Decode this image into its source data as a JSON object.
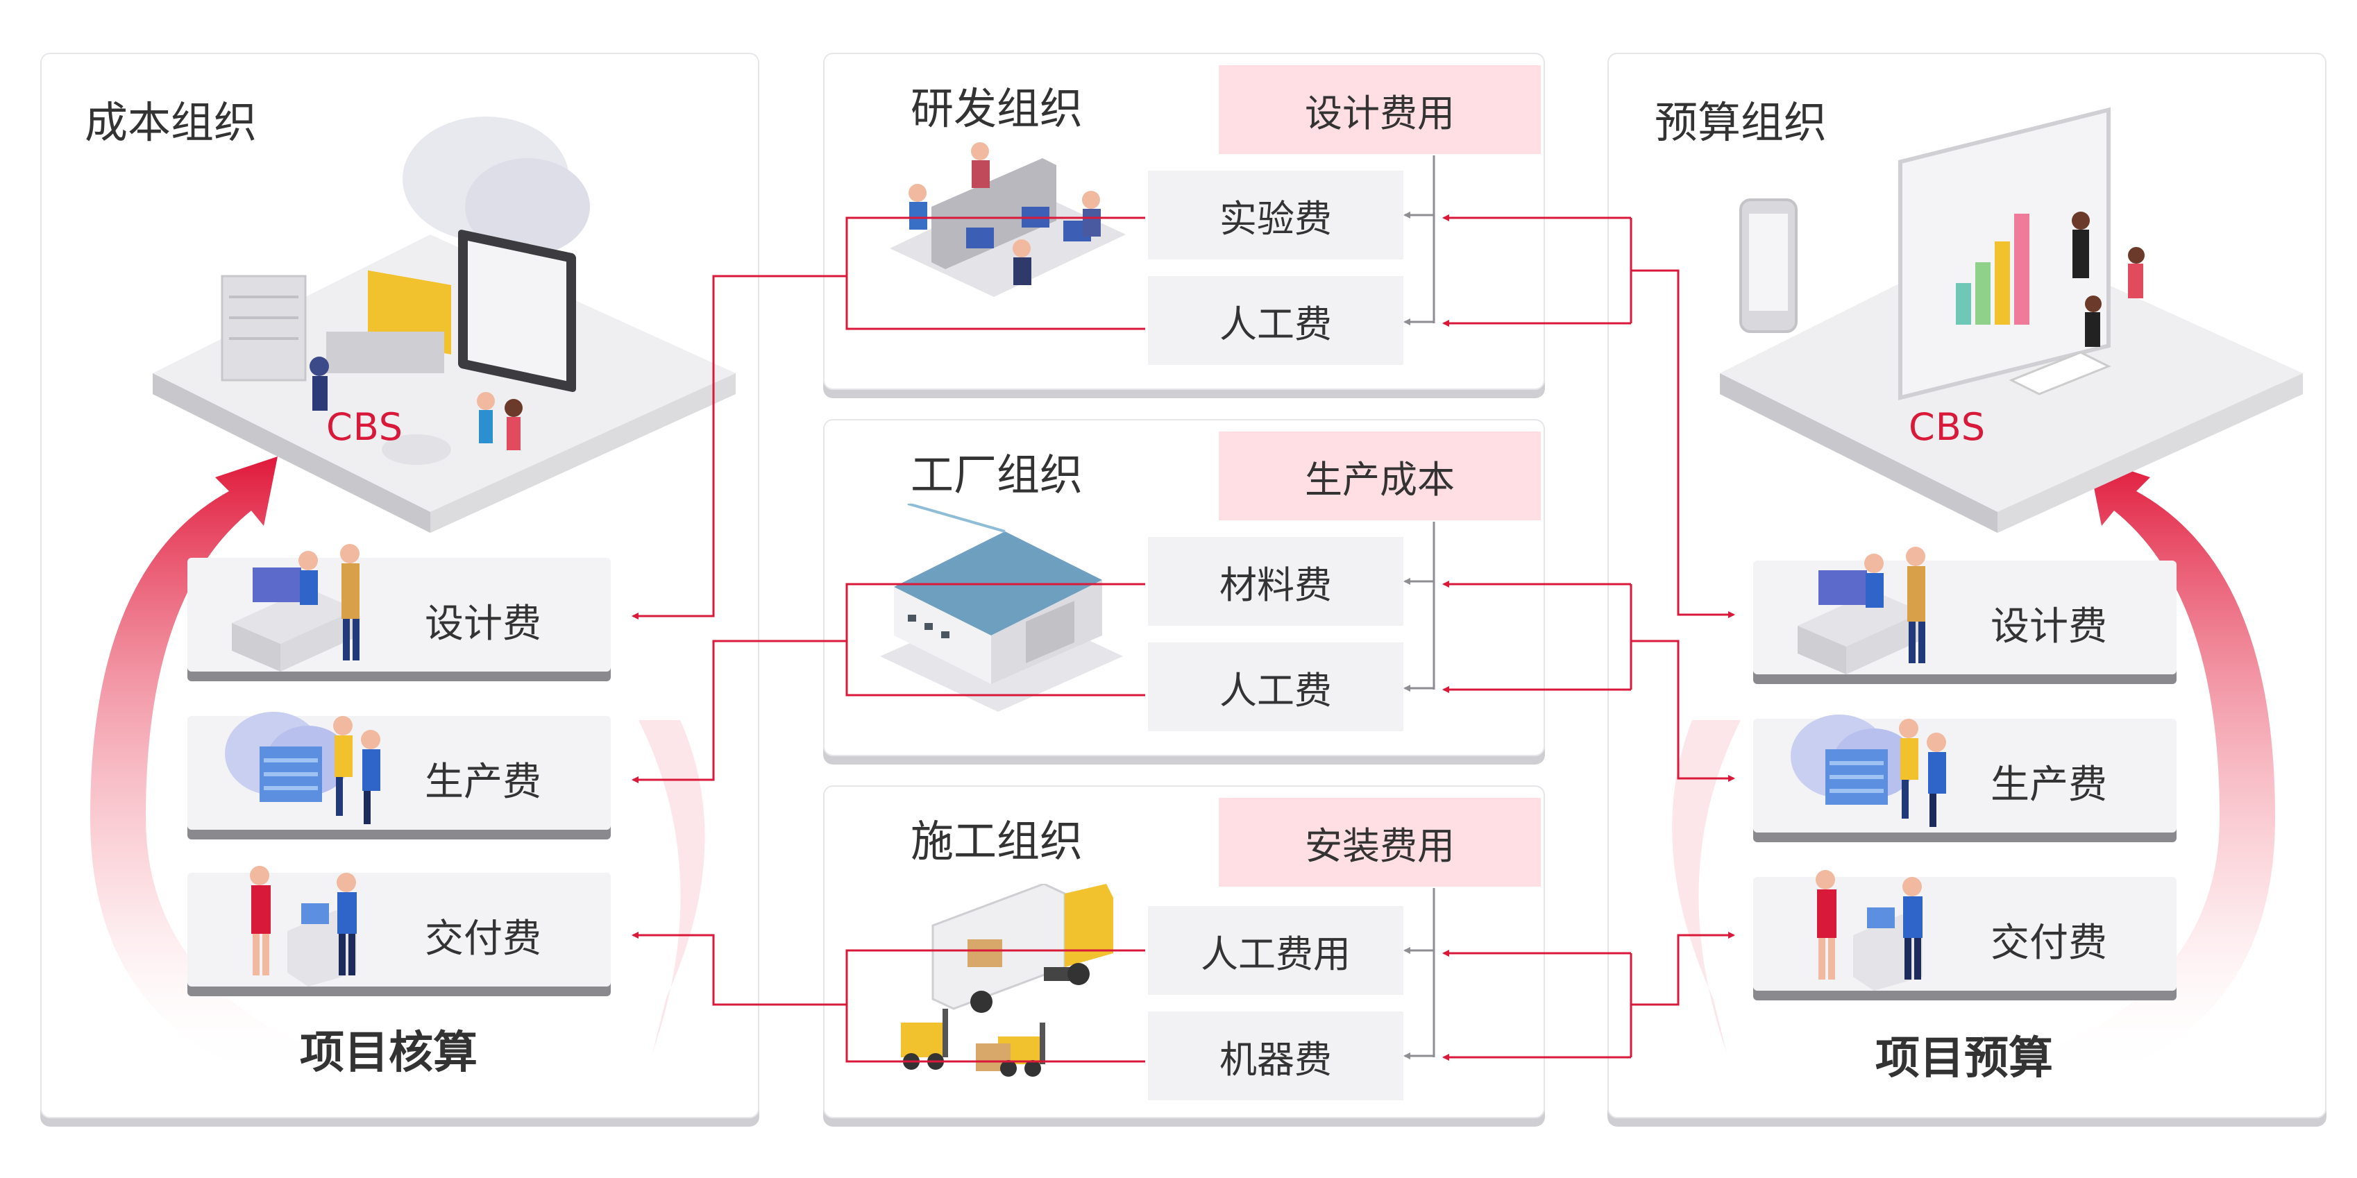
{
  "left": {
    "title": "成本组织",
    "cbs": "CBS",
    "items": [
      "设计费",
      "生产费",
      "交付费"
    ],
    "footer": "项目核算"
  },
  "right": {
    "title": "预算组织",
    "cbs": "CBS",
    "items": [
      "设计费",
      "生产费",
      "交付费"
    ],
    "footer": "项目预算"
  },
  "center": {
    "rd": {
      "title": "研发组织",
      "category": "设计费用",
      "items": [
        "实验费",
        "人工费"
      ]
    },
    "factory": {
      "title": "工厂组织",
      "category": "生产成本",
      "items": [
        "材料费",
        "人工费"
      ]
    },
    "construction": {
      "title": "施工组织",
      "category": "安装费用",
      "items": [
        "人工费用",
        "机器费"
      ]
    }
  },
  "colors": {
    "accent": "#d8193a",
    "chip": "#ffdfe3",
    "panel_shadow": "#cfcfd3"
  },
  "icons": [
    "computer-workspace-icon",
    "analytics-dashboard-icon",
    "office-team-icon",
    "warehouse-icon",
    "delivery-truck-icon",
    "forklift-icon",
    "designer-desk-icon",
    "cloud-server-icon",
    "receptionist-icon"
  ]
}
